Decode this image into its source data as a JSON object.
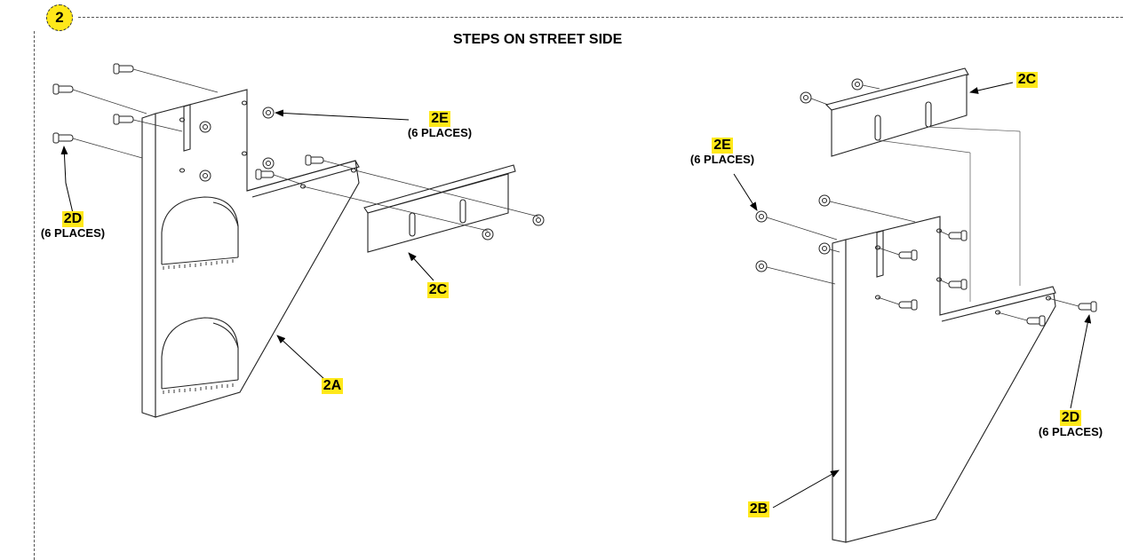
{
  "step_number": "2",
  "title": "STEPS ON STREET SIDE",
  "accent_color": "#ffe81a",
  "callouts": {
    "a_2E": {
      "id": "2E",
      "note": "(6 PLACES)"
    },
    "a_2D": {
      "id": "2D",
      "note": "(6 PLACES)"
    },
    "a_2C": {
      "id": "2C"
    },
    "a_2A": {
      "id": "2A"
    },
    "b_2C": {
      "id": "2C"
    },
    "b_2E": {
      "id": "2E",
      "note": "(6 PLACES)"
    },
    "b_2D": {
      "id": "2D",
      "note": "(6 PLACES)"
    },
    "b_2B": {
      "id": "2B"
    }
  }
}
